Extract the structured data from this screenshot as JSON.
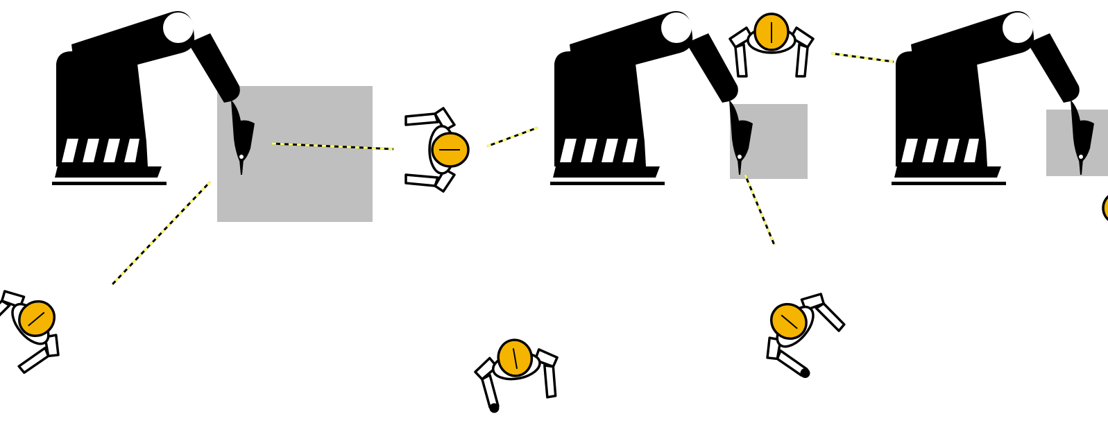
{
  "scene": {
    "colors": {
      "background": "#ffffff",
      "robot": "#000000",
      "work_zone": "#bfbfbf",
      "helmet": "#f5b400",
      "worker_outline": "#000000",
      "worker_fill": "#ffffff",
      "link_dash_primary": "#000000",
      "link_dash_secondary": "#ffff66"
    },
    "robots": [
      {
        "name": "robot-arm-1",
        "icon": "industrial-robot-arm-icon"
      },
      {
        "name": "robot-arm-2",
        "icon": "industrial-robot-arm-icon"
      },
      {
        "name": "robot-arm-3",
        "icon": "industrial-robot-arm-icon"
      }
    ],
    "work_zones": [
      {
        "name": "work-zone-1"
      },
      {
        "name": "work-zone-2"
      },
      {
        "name": "work-zone-3"
      }
    ],
    "workers": [
      {
        "name": "worker-1",
        "icon": "worker-top-view-icon"
      },
      {
        "name": "worker-2",
        "icon": "worker-top-view-icon"
      },
      {
        "name": "worker-3",
        "icon": "worker-top-view-icon"
      },
      {
        "name": "worker-4",
        "icon": "worker-top-view-icon"
      },
      {
        "name": "worker-5",
        "icon": "worker-top-view-icon"
      },
      {
        "name": "worker-6",
        "icon": "worker-top-view-icon"
      }
    ],
    "links": [
      {
        "name": "link-zone1-worker1",
        "style": "dashed-black-yellow"
      },
      {
        "name": "link-zone1-worker2",
        "style": "dashed-black-yellow"
      },
      {
        "name": "link-worker2-robot2",
        "style": "dashed-black-yellow"
      },
      {
        "name": "link-worker3-robot3",
        "style": "dashed-black-yellow"
      },
      {
        "name": "link-zone2-worker4",
        "style": "dashed-black-yellow"
      }
    ]
  }
}
